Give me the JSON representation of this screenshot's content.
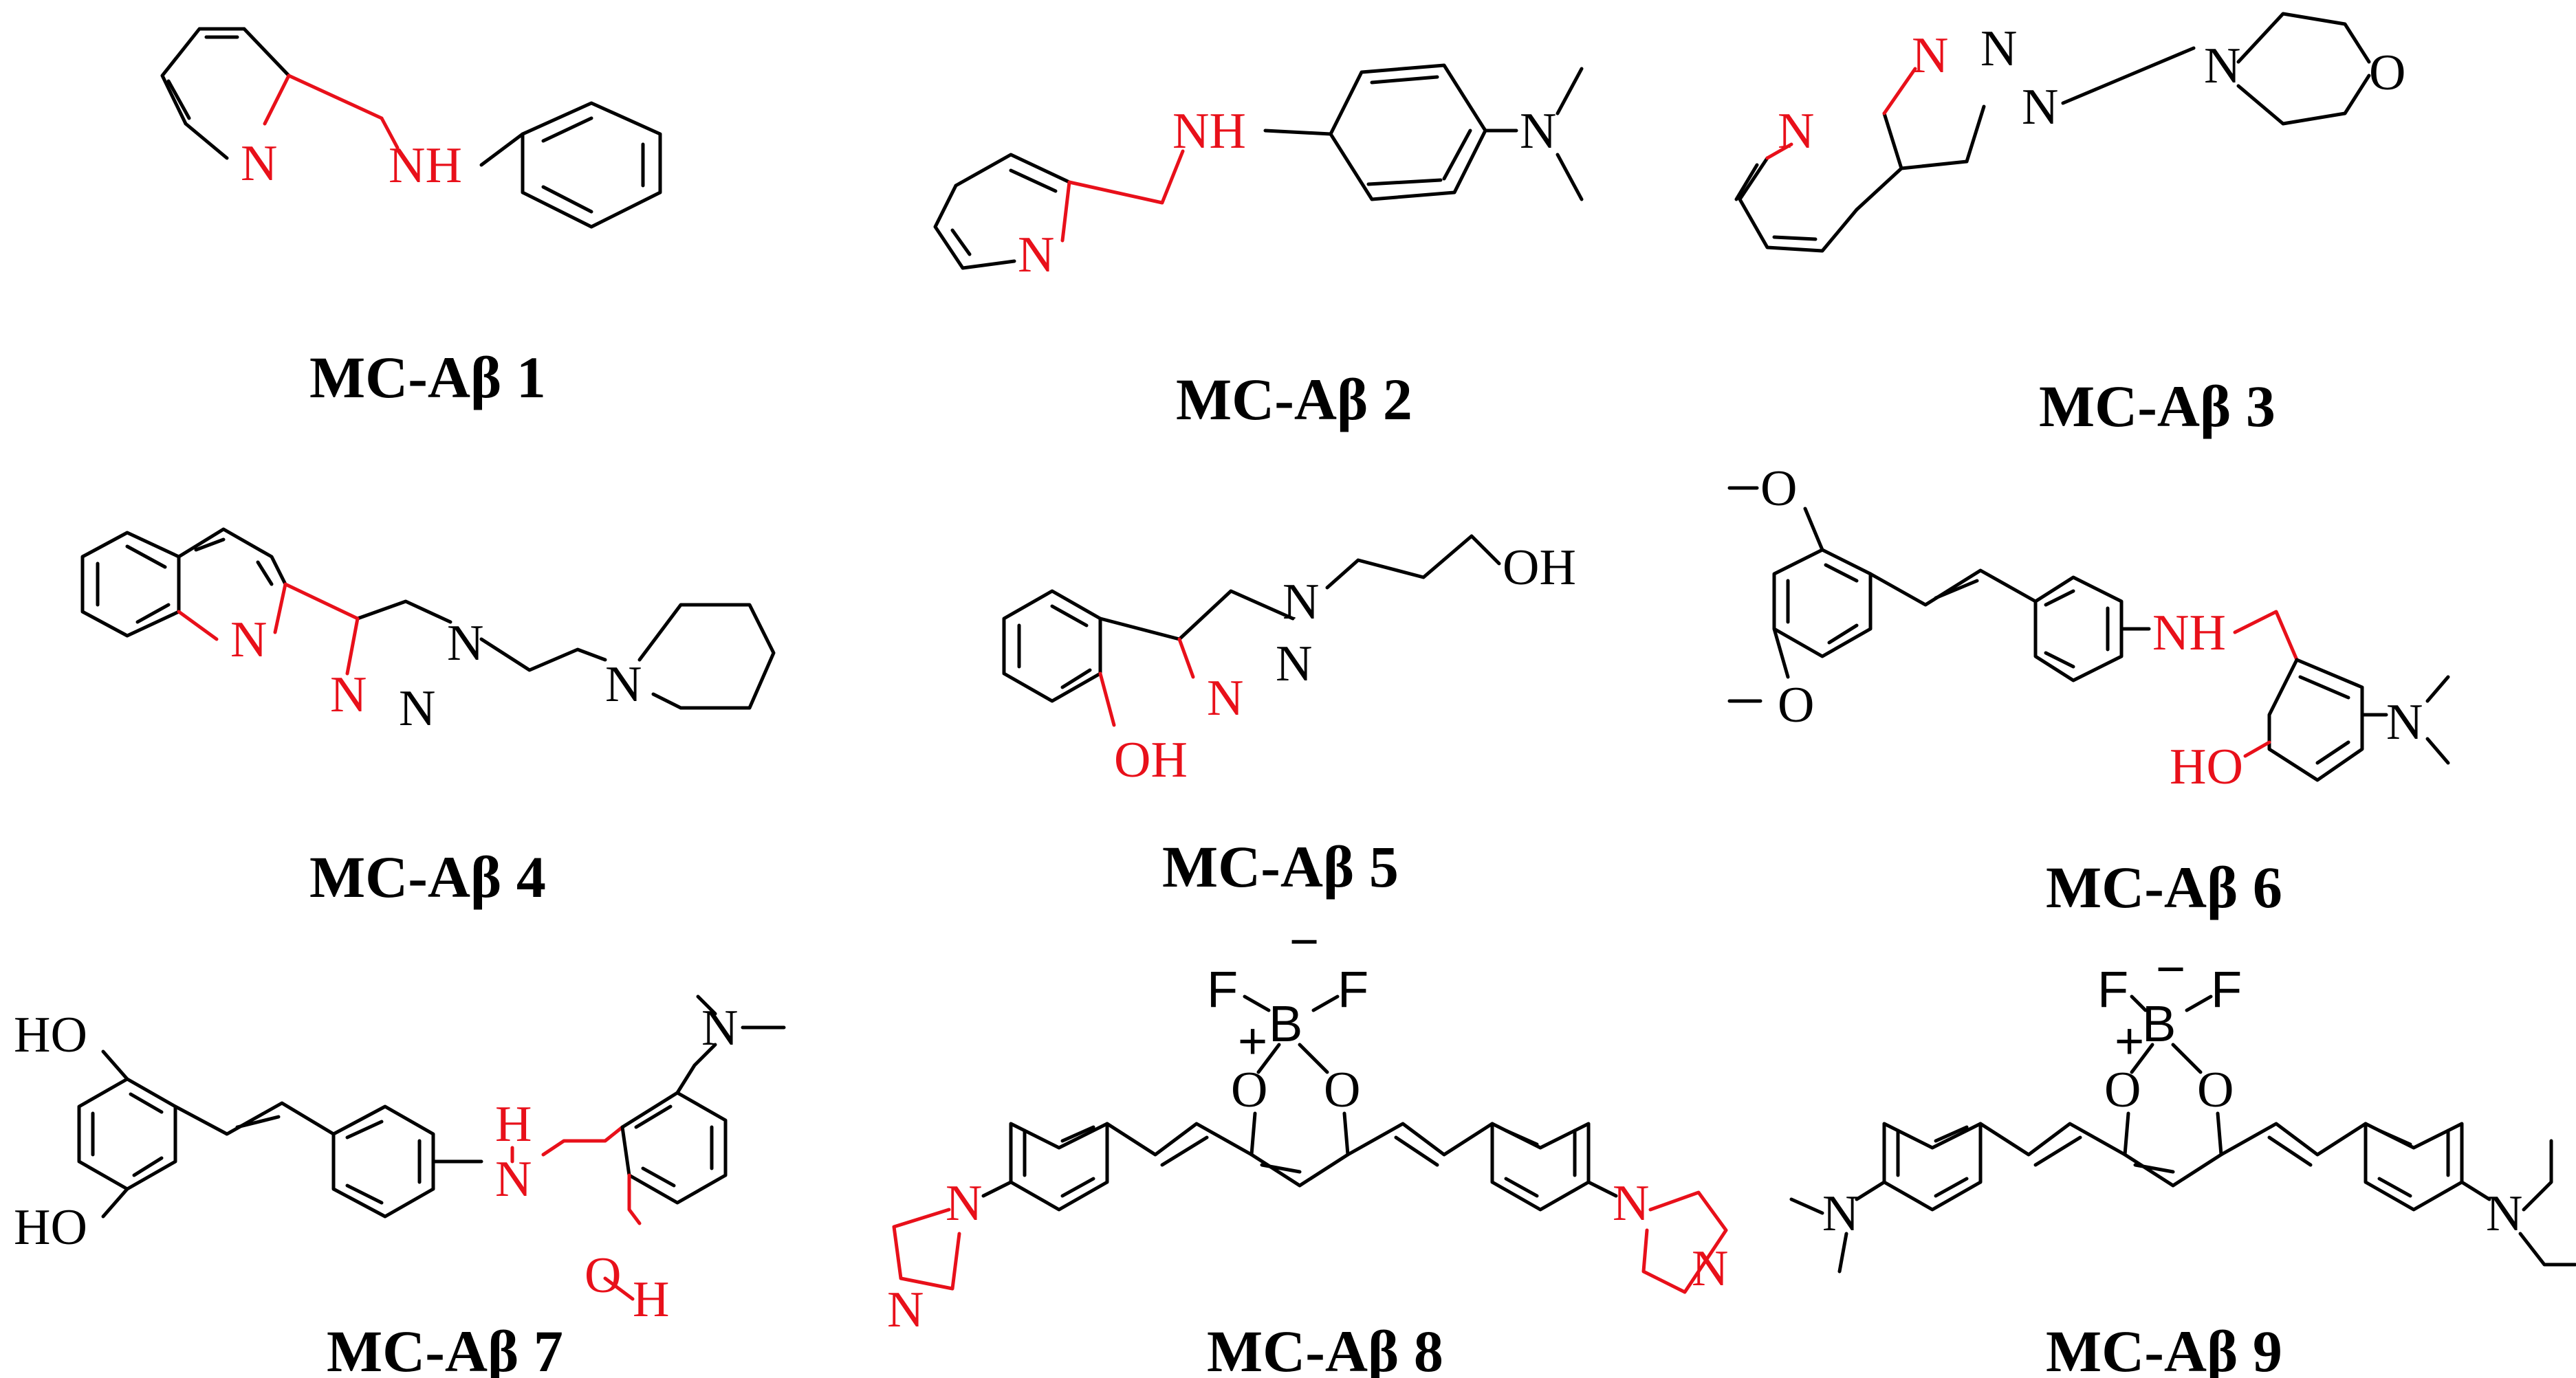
{
  "labels": [
    "MC-Aβ 1",
    "MC-Aβ 2",
    "MC-Aβ 3",
    "MC-Aβ 4",
    "MC-Aβ 5",
    "MC-Aβ 6",
    "MC-Aβ 7",
    "MC-Aβ  8",
    "MC-Aβ  9"
  ],
  "atoms": {
    "N": "N",
    "NH": "NH",
    "H": "H",
    "O": "O",
    "OH": "OH",
    "HO": "HO",
    "F": "F",
    "B": "B",
    "plus": "+",
    "minus": "−"
  },
  "colors": {
    "bond": "#000000",
    "highlight": "#e8101a",
    "background": "#ffffff"
  }
}
